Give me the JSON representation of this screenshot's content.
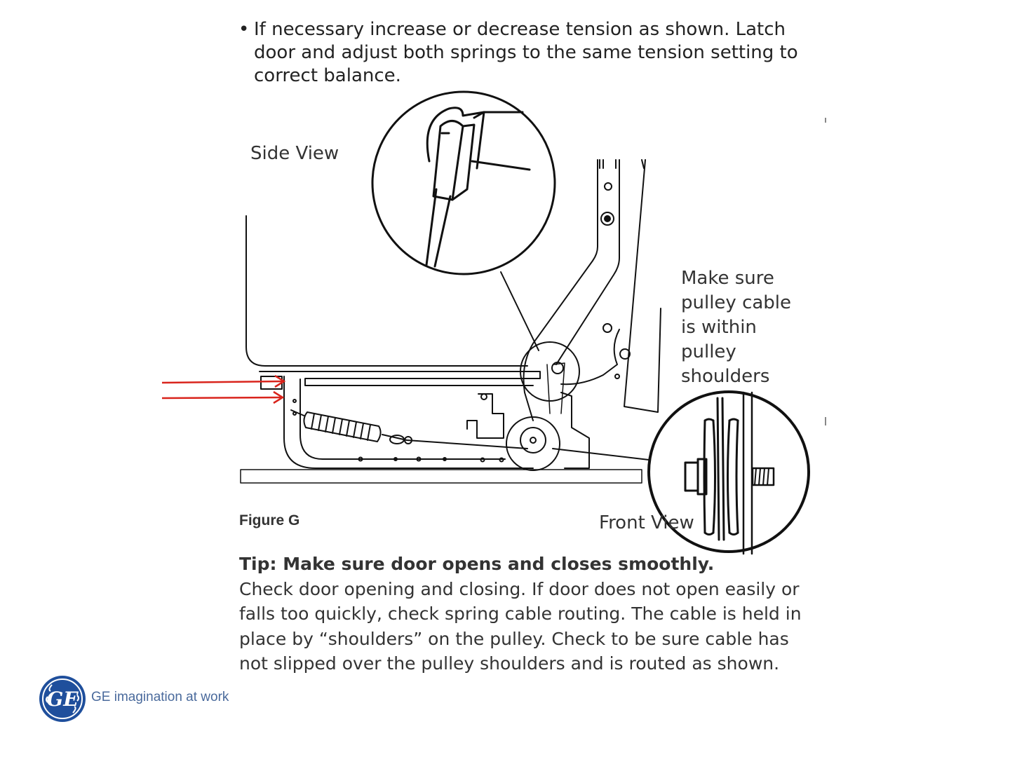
{
  "instruction": {
    "bullet": "•",
    "text": "If necessary increase or decrease tension as shown. Latch door and adjust both springs to the same tension setting to correct balance."
  },
  "figure": {
    "side_view_label": "Side View",
    "front_view_label": "Front View",
    "pulley_note": "Make sure pulley cable is within pulley shoulders",
    "caption": "Figure G"
  },
  "tip": {
    "title": "Tip: Make sure door opens and closes smoothly.",
    "body": "Check door opening and closing. If door does not open easily or falls too quickly, check spring cable routing. The cable is held in place by “shoulders” on the pulley. Check to be sure cable has not slipped over the pulley shoulders and is routed as shown."
  },
  "logo": {
    "monogram": "GE",
    "tagline": "GE imagination at work"
  },
  "colors": {
    "line": "#111111",
    "arrow": "#d9241c",
    "brand": "#1f4f9c"
  }
}
